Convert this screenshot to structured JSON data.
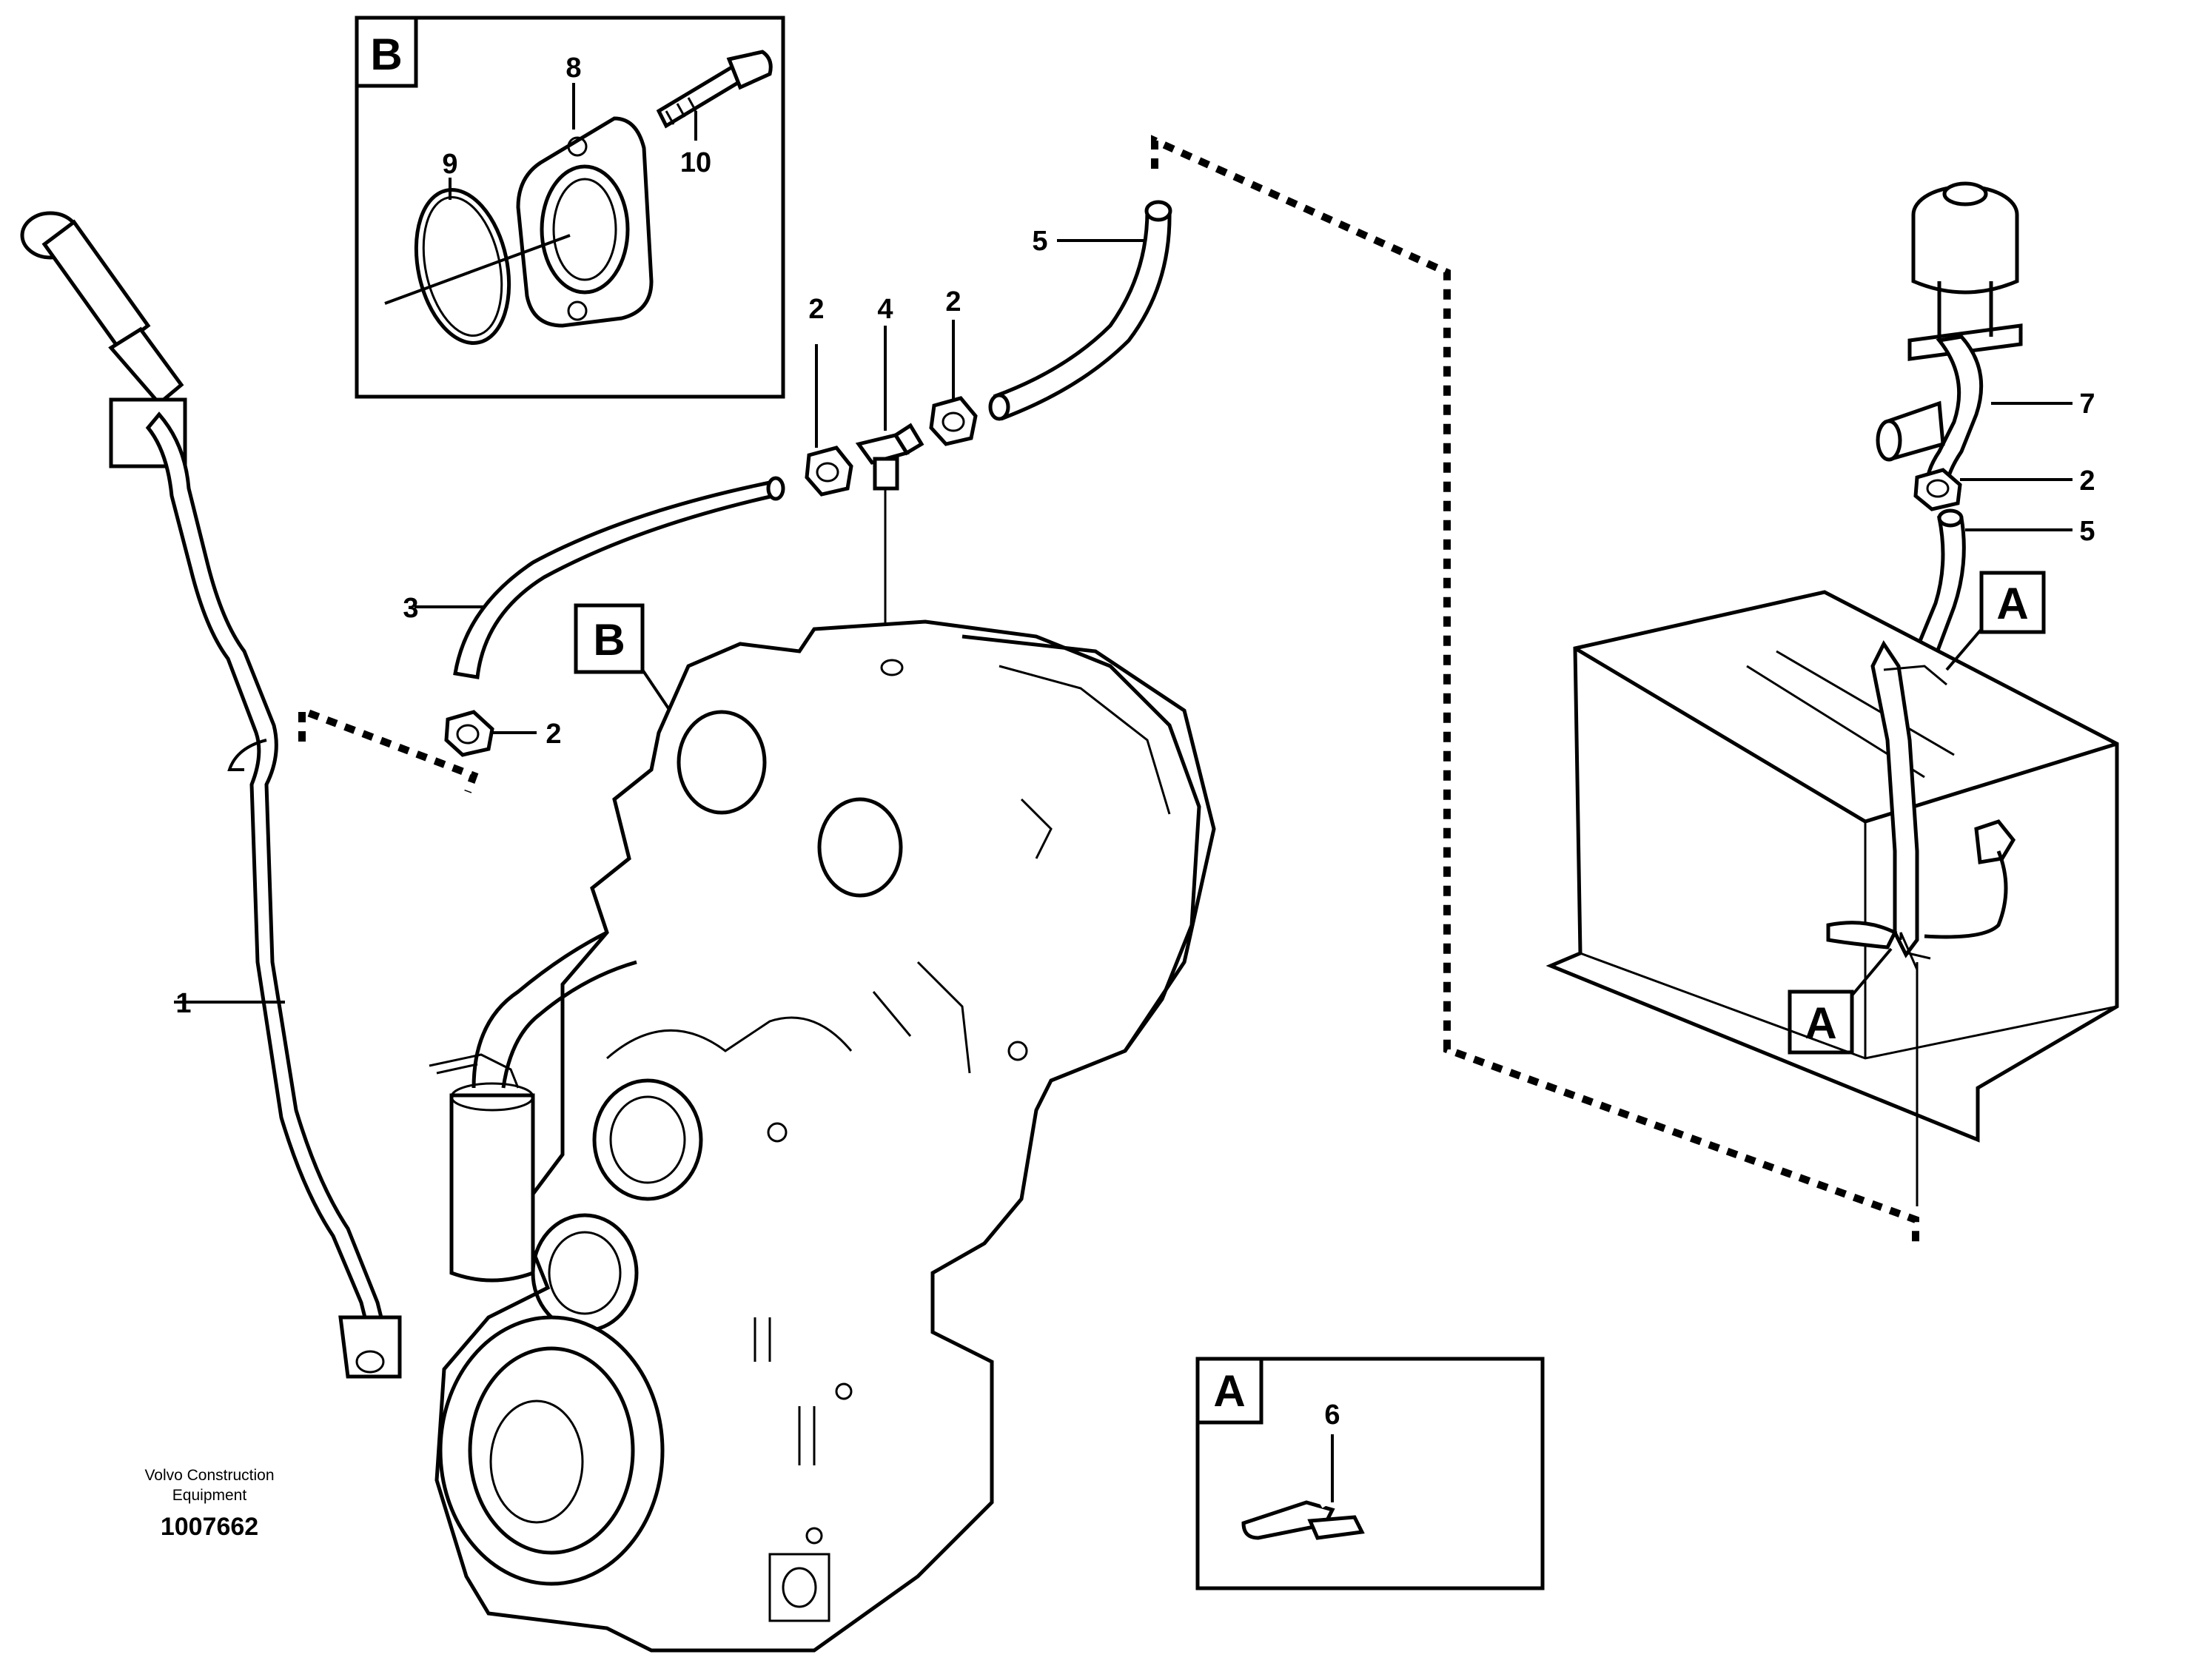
{
  "diagram": {
    "callouts": {
      "c1": "1",
      "c2a": "2",
      "c2b": "2",
      "c2c": "2",
      "c2d": "2",
      "c3": "3",
      "c4": "4",
      "c5a": "5",
      "c5b": "5",
      "c6": "6",
      "c7": "7",
      "c8": "8",
      "c9": "9",
      "c10": "10"
    },
    "detail_boxes": {
      "b_inset": "B",
      "a_inset": "A"
    },
    "view_labels": {
      "b_transmission": "B",
      "a_upper": "A",
      "a_lower": "A"
    },
    "footer": {
      "company_line1": "Volvo Construction",
      "company_line2": "Equipment",
      "drawing_number": "1007662"
    }
  }
}
